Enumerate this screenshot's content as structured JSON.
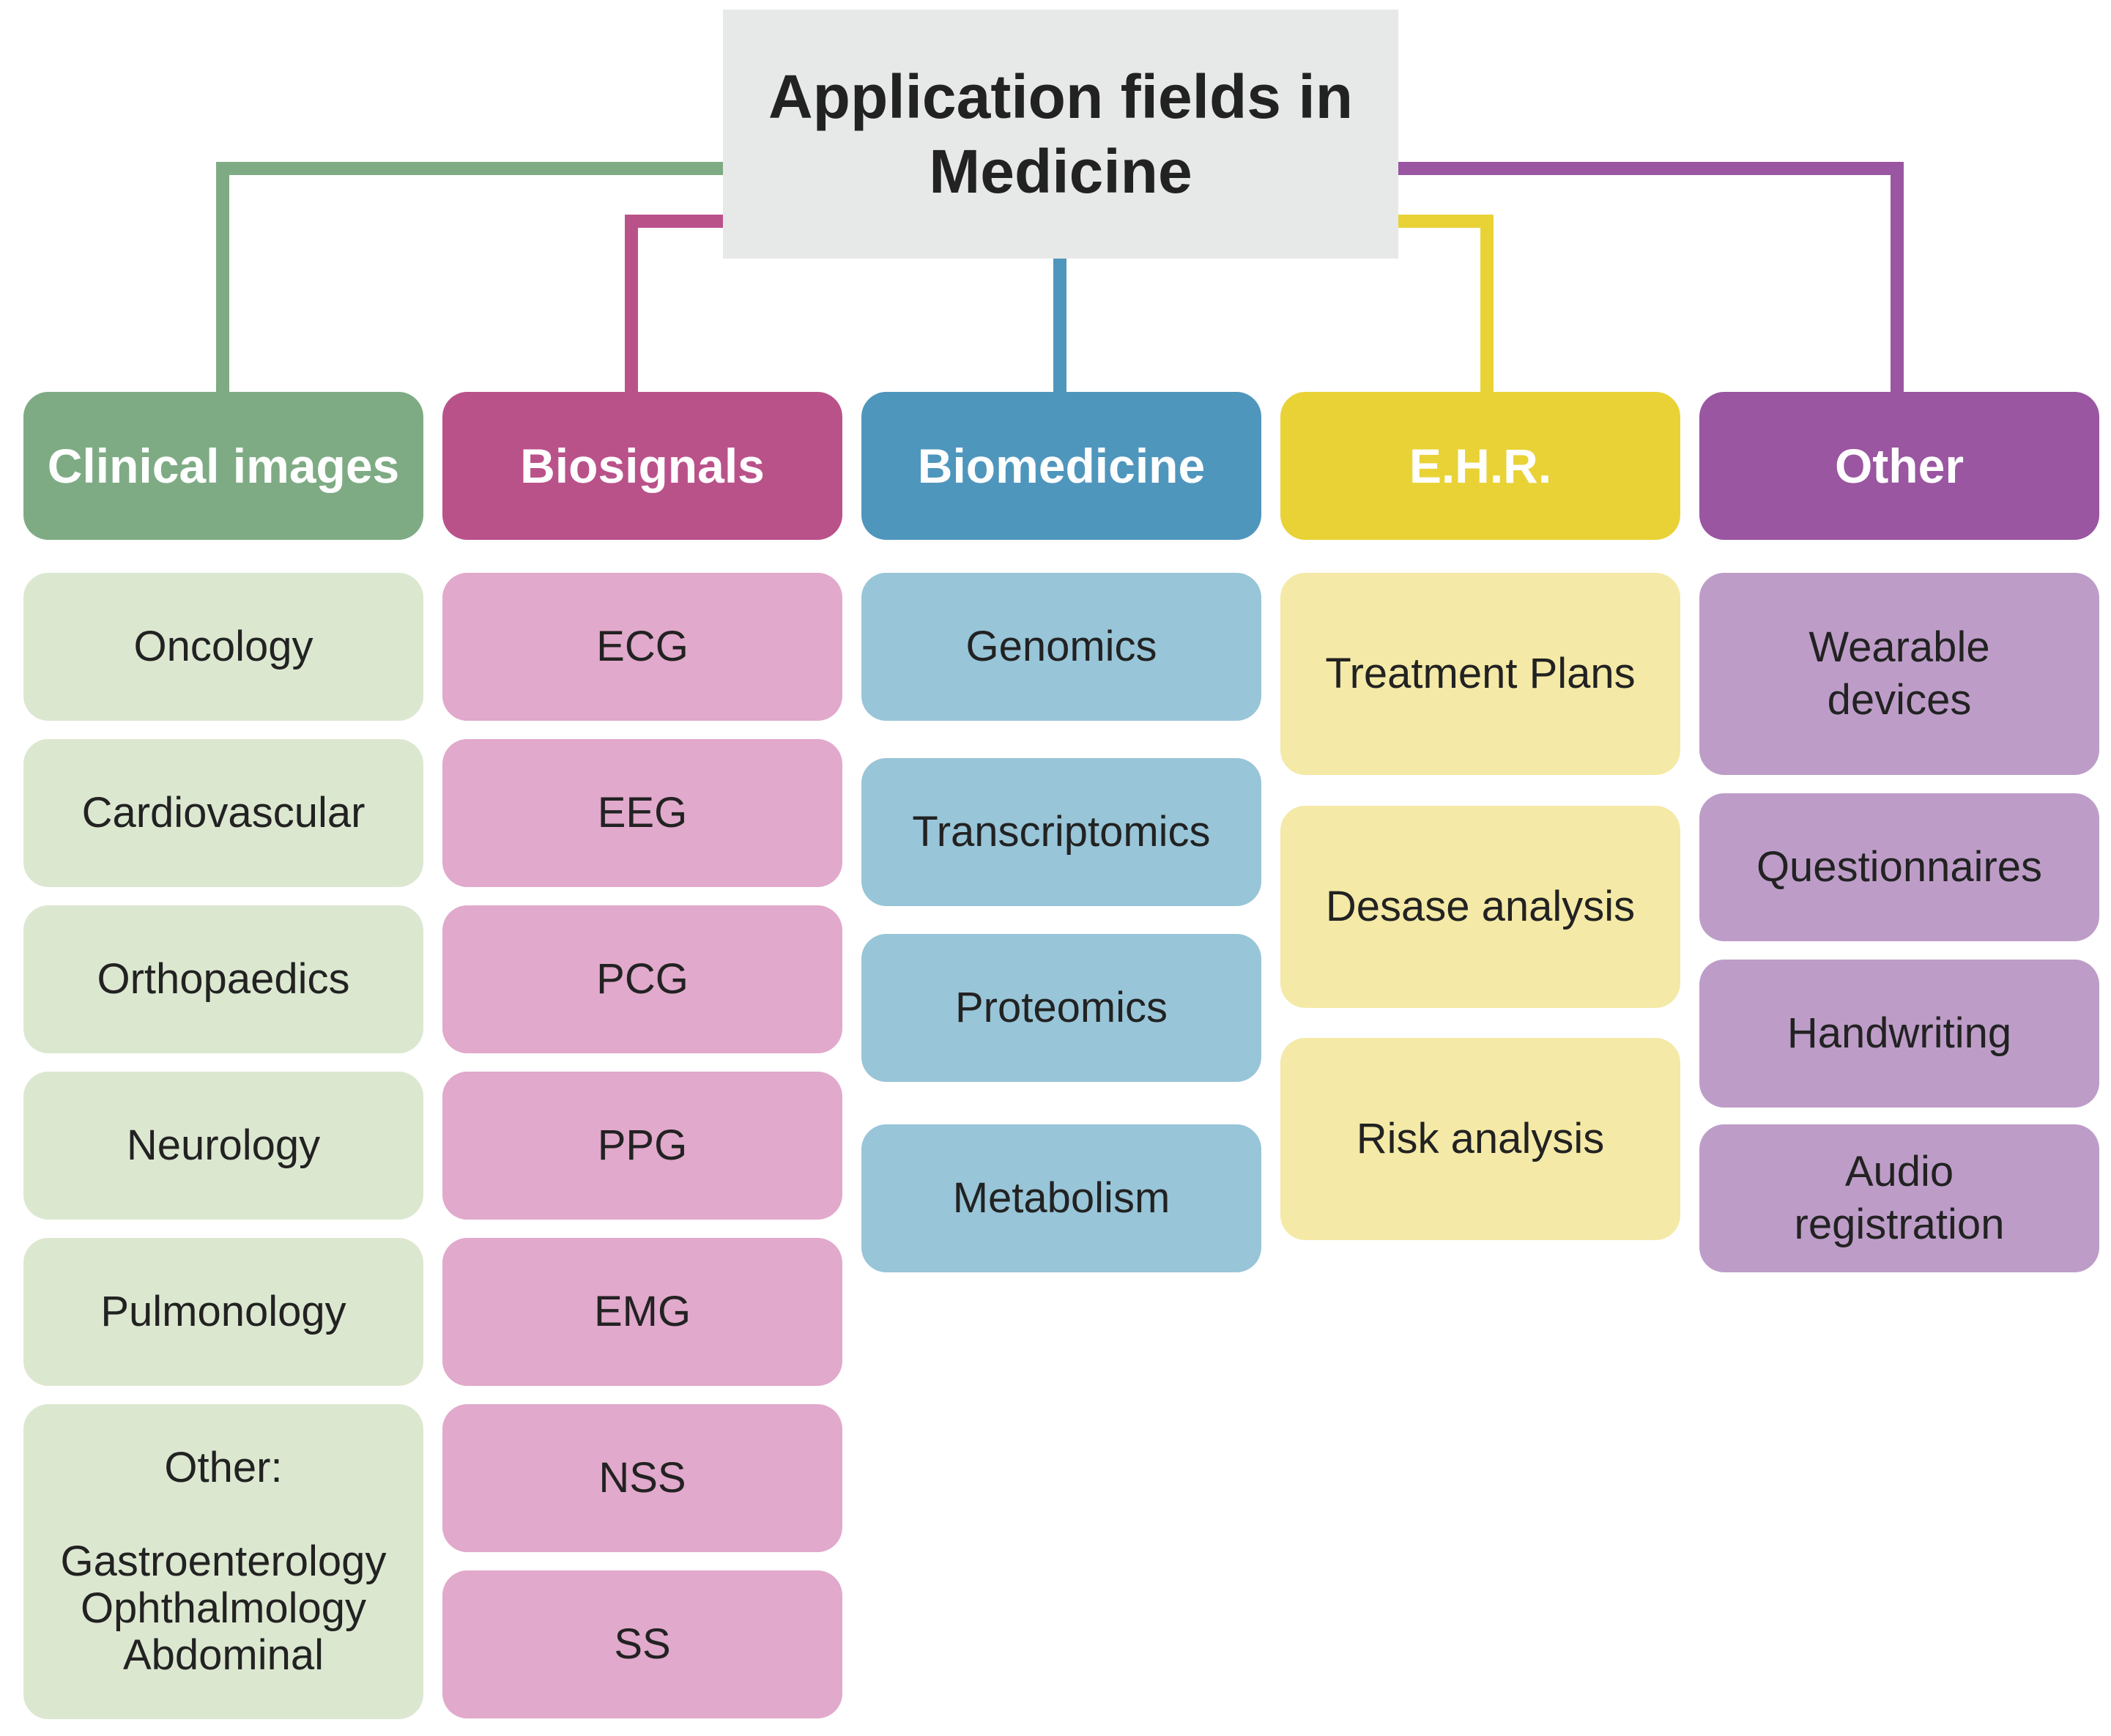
{
  "root": {
    "lines": [
      "Application fields in",
      "Medicine"
    ]
  },
  "colors": {
    "root_bg": "#e7e9e8",
    "clinical": {
      "header": "#7eab84",
      "item": "#dce7d0"
    },
    "biosignals": {
      "header": "#ba528a",
      "item": "#e1a9cb"
    },
    "biomedicine": {
      "header": "#4f96bd",
      "item": "#98c5d8"
    },
    "ehr": {
      "header": "#e9d236",
      "item": "#f4e9a6"
    },
    "other": {
      "header": "#9a56a1",
      "item": "#bd9dc8"
    }
  },
  "categories": [
    {
      "id": "clinical",
      "title": "Clinical images",
      "items": [
        {
          "lines": [
            "Oncology"
          ]
        },
        {
          "lines": [
            "Cardiovascular"
          ]
        },
        {
          "lines": [
            "Orthopaedics"
          ]
        },
        {
          "lines": [
            "Neurology"
          ]
        },
        {
          "lines": [
            "Pulmonology"
          ]
        },
        {
          "lines": [
            "Other:",
            "",
            "Gastroenterology",
            "Ophthalmology",
            "Abdominal"
          ]
        }
      ]
    },
    {
      "id": "biosignals",
      "title": "Biosignals",
      "items": [
        {
          "lines": [
            "ECG"
          ]
        },
        {
          "lines": [
            "EEG"
          ]
        },
        {
          "lines": [
            "PCG"
          ]
        },
        {
          "lines": [
            "PPG"
          ]
        },
        {
          "lines": [
            "EMG"
          ]
        },
        {
          "lines": [
            "NSS"
          ]
        },
        {
          "lines": [
            "SS"
          ]
        }
      ]
    },
    {
      "id": "biomedicine",
      "title": "Biomedicine",
      "items": [
        {
          "lines": [
            "Genomics"
          ]
        },
        {
          "lines": [
            "Transcriptomics"
          ]
        },
        {
          "lines": [
            "Proteomics"
          ]
        },
        {
          "lines": [
            "Metabolism"
          ]
        }
      ]
    },
    {
      "id": "ehr",
      "title": "E.H.R.",
      "items": [
        {
          "lines": [
            "Treatment Plans"
          ]
        },
        {
          "lines": [
            "Desase analysis"
          ]
        },
        {
          "lines": [
            "Risk analysis"
          ]
        }
      ]
    },
    {
      "id": "other",
      "title": "Other",
      "items": [
        {
          "lines": [
            "Wearable",
            "devices"
          ]
        },
        {
          "lines": [
            "Questionnaires"
          ]
        },
        {
          "lines": [
            "Handwriting"
          ]
        },
        {
          "lines": [
            "Audio",
            "registration"
          ]
        }
      ]
    }
  ]
}
